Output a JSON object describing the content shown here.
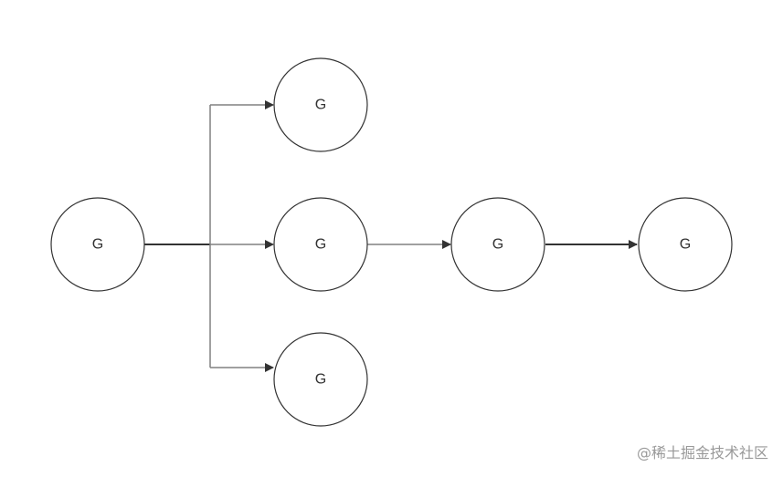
{
  "diagram": {
    "nodes": [
      {
        "id": "root",
        "label": "G"
      },
      {
        "id": "top",
        "label": "G"
      },
      {
        "id": "middle",
        "label": "G"
      },
      {
        "id": "bottom",
        "label": "G"
      },
      {
        "id": "next",
        "label": "G"
      },
      {
        "id": "last",
        "label": "G"
      }
    ],
    "edges": [
      {
        "from": "root",
        "to": "top"
      },
      {
        "from": "root",
        "to": "middle"
      },
      {
        "from": "root",
        "to": "bottom"
      },
      {
        "from": "middle",
        "to": "next"
      },
      {
        "from": "next",
        "to": "last"
      }
    ],
    "colors": {
      "line_dark": "#333333",
      "line_light": "#808080",
      "node_stroke": "#333333",
      "node_text": "#333333",
      "watermark": "#999999"
    }
  },
  "watermark": "@稀土掘金技术社区"
}
